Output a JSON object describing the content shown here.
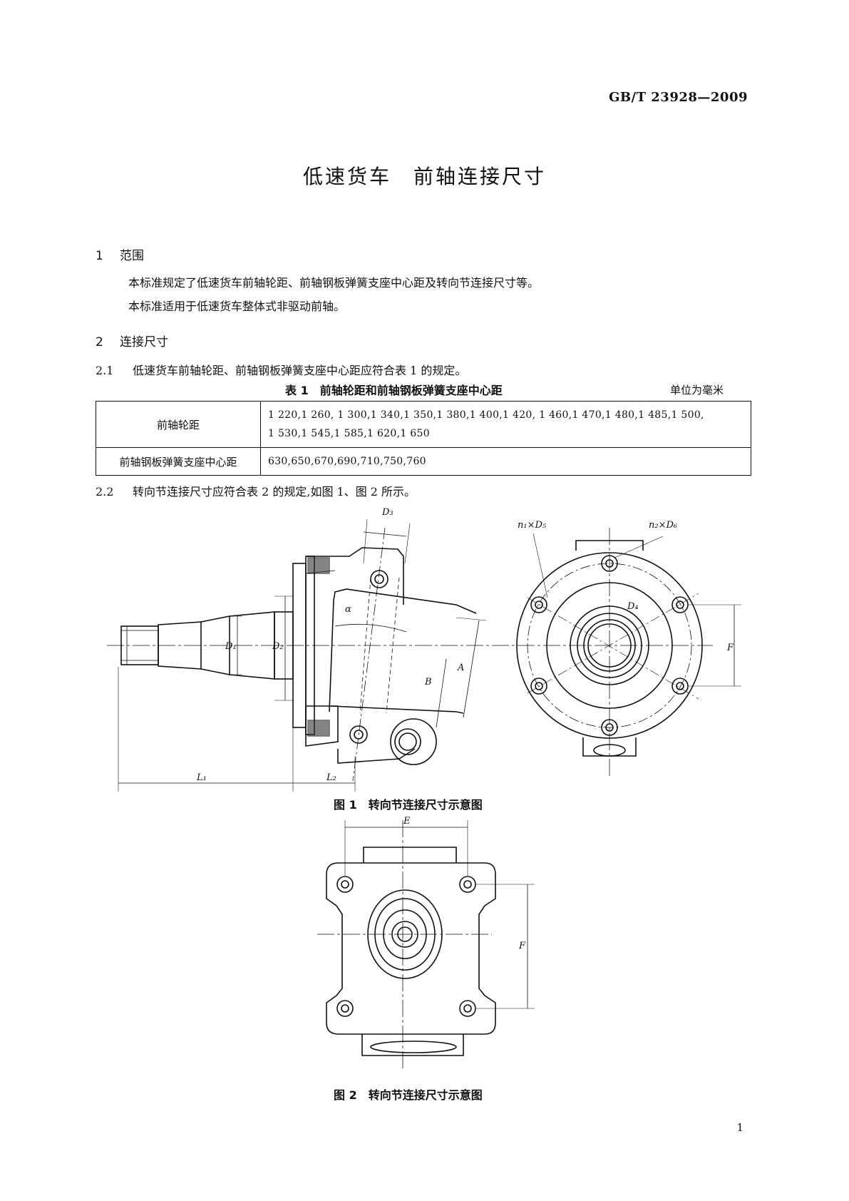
{
  "header": {
    "standard_code": "GB/T 23928—2009"
  },
  "title": "低速货车　前轴连接尺寸",
  "sections": [
    {
      "number": "1",
      "heading": "范围",
      "paragraphs": [
        "本标准规定了低速货车前轴轮距、前轴钢板弹簧支座中心距及转向节连接尺寸等。",
        "本标准适用于低速货车整体式非驱动前轴。"
      ]
    },
    {
      "number": "2",
      "heading": "连接尺寸"
    }
  ],
  "clause_2_1": {
    "number": "2.1",
    "text": "低速货车前轴轮距、前轴钢板弹簧支座中心距应符合表 1 的规定。"
  },
  "table1": {
    "caption": "表 1　前轴轮距和前轴钢板弹簧支座中心距",
    "unit": "单位为毫米",
    "rows": [
      {
        "header": "前轴轮距",
        "line1": "1 220,1 260, 1 300,1 340,1 350,1 380,1 400,1 420, 1 460,1 470,1 480,1 485,1 500,",
        "line2": "1 530,1 545,1 585,1 620,1 650"
      },
      {
        "header": "前轴钢板弹簧支座中心距",
        "line1": "630,650,670,690,710,750,760"
      }
    ]
  },
  "clause_2_2": {
    "number": "2.2",
    "text": "转向节连接尺寸应符合表 2 的规定,如图 1、图 2 所示。"
  },
  "figure1": {
    "caption": "图 1　转向节连接尺寸示意图",
    "labels": {
      "D3": "D₃",
      "alpha": "α",
      "D1": "D₁",
      "D2": "D₂",
      "A": "A",
      "B": "B",
      "L1": "L₁",
      "L2": "L₂",
      "n1D5": "n₁×D₅",
      "n2D6": "n₂×D₆",
      "D4": "D₄",
      "F": "F"
    }
  },
  "figure2": {
    "caption": "图 2　转向节连接尺寸示意图",
    "labels": {
      "E": "E",
      "F": "F"
    }
  },
  "page_number": "1"
}
